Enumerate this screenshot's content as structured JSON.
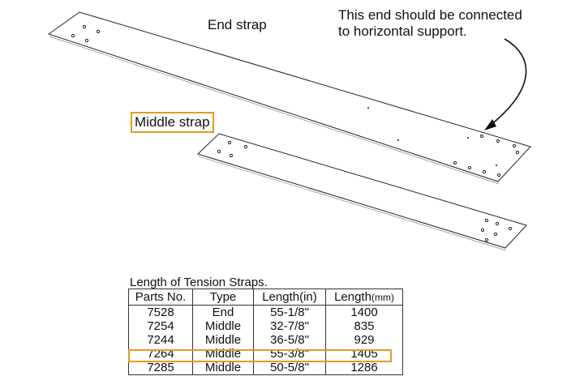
{
  "labels": {
    "end_strap": "End strap",
    "note_line1": "This end should be connected",
    "note_line2": "to horizontal support.",
    "middle_strap": "Middle strap"
  },
  "table": {
    "caption": "Length of Tension Straps.",
    "headers": [
      "Parts No.",
      "Type",
      "Length(in)",
      "Length"
    ],
    "header_unit": "(mm)",
    "rows": [
      [
        "7528",
        "End",
        "55-1/8\"",
        "1400"
      ],
      [
        "7254",
        "Middle",
        "32-7/8\"",
        "835"
      ],
      [
        "7244",
        "Middle",
        "36-5/8\"",
        "929"
      ],
      [
        "7264",
        "Middle",
        "55-3/8\"",
        "1405"
      ],
      [
        "7285",
        "Middle",
        "50-5/8\"",
        "1286"
      ]
    ],
    "highlighted_row": "7264"
  },
  "colors": {
    "highlight": "#e39b1e",
    "line": "#222222"
  }
}
